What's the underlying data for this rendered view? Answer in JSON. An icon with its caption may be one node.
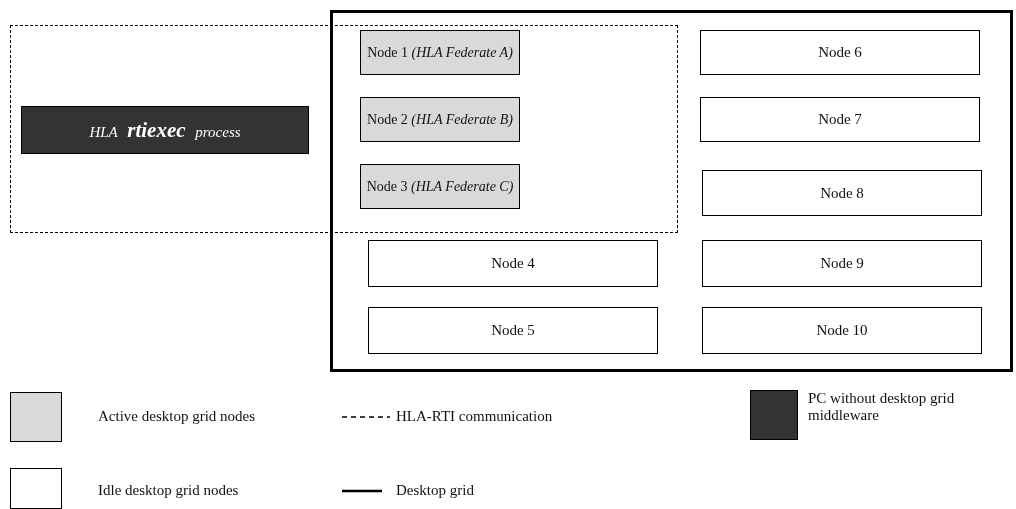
{
  "diagram": {
    "nodes": [
      {
        "text": [],
        "shape": "box"
      },
      {
        "text": [
          "HLA **rtiexec** process"
        ],
        "in": 0
      },
      {
        "text": [],
        "shape": "box"
      },
      {
        "text": [
          "Node 1 *(HLA Federate A)*"
        ]
      },
      {
        "text": [
          "Node 6"
        ],
        "in": 2
      },
      {
        "text": [
          "Node 2 *(HLA Federate B)*"
        ]
      },
      {
        "text": [
          "Node 7"
        ],
        "in": 2
      },
      {
        "text": [
          "Node 3 *(HLA Federate C)*"
        ]
      },
      {
        "text": [
          "Node 8"
        ],
        "in": 2
      },
      {
        "text": [
          "Node 4"
        ],
        "in": 2
      },
      {
        "text": [
          "Node 9"
        ],
        "in": 2
      },
      {
        "text": [
          "Node 5"
        ],
        "in": 2
      },
      {
        "text": [
          "Node 10"
        ],
        "in": 2
      }
    ],
    "edges": [],
    "legend": [
      {
        "text": "Active desktop grid nodes",
        "color": "#d9d9d9"
      },
      {
        "text": "HLA-RTI communication"
      },
      {
        "text": "PC without desktop grid middleware",
        "color": "#333333"
      },
      {
        "text": "Idle desktop grid nodes",
        "color": "#ffffff"
      },
      {
        "text": "Desktop grid"
      }
    ]
  }
}
